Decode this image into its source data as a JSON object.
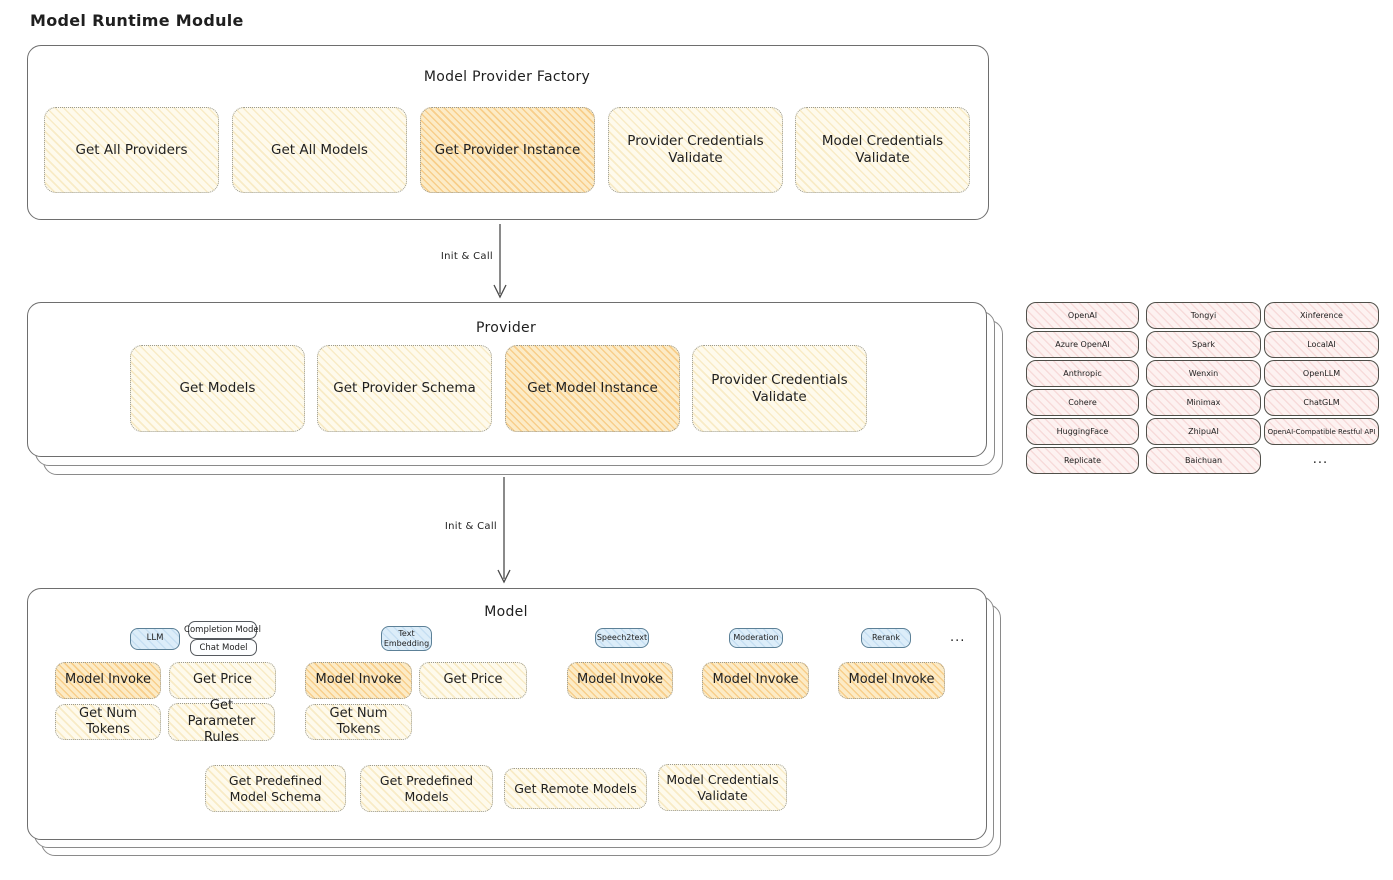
{
  "page_title": "Model Runtime Module",
  "colors": {
    "function_fill": "#fefaec",
    "highlight_fill": "#fcebc6",
    "provider_fill": "#fdf2f1",
    "tag_fill": "#dcedf9"
  },
  "factory": {
    "title": "Model Provider Factory",
    "items": [
      {
        "label": "Get All Providers"
      },
      {
        "label": "Get All Models"
      },
      {
        "label": "Get Provider Instance"
      },
      {
        "label": "Provider Credentials Validate"
      },
      {
        "label": "Model Credentials Validate"
      }
    ]
  },
  "arrows": {
    "factory_to_provider": "Init & Call",
    "provider_to_model": "Init & Call"
  },
  "provider": {
    "title": "Provider",
    "items": [
      {
        "label": "Get Models"
      },
      {
        "label": "Get Provider Schema"
      },
      {
        "label": "Get Model Instance"
      },
      {
        "label": "Provider Credentials Validate"
      }
    ]
  },
  "provider_list": {
    "col1": [
      "OpenAI",
      "Azure OpenAI",
      "Anthropic",
      "Cohere",
      "HuggingFace",
      "Replicate"
    ],
    "col2": [
      "Tongyi",
      "Spark",
      "Wenxin",
      "Minimax",
      "ZhipuAI",
      "Baichuan"
    ],
    "col3": [
      "Xinference",
      "LocalAI",
      "OpenLLM",
      "ChatGLM",
      "OpenAI-Compatible Restful API"
    ],
    "more": "..."
  },
  "model": {
    "title": "Model",
    "llm": {
      "tag": "LLM",
      "subtag_completion": "Completion Model",
      "subtag_chat": "Chat Model",
      "invoke": "Model Invoke",
      "get_price": "Get Price",
      "get_num_tokens": "Get Num Tokens",
      "get_parameter_rules": "Get Parameter Rules"
    },
    "text_embedding": {
      "tag": "Text Embedding",
      "invoke": "Model Invoke",
      "get_price": "Get Price",
      "get_num_tokens": "Get Num Tokens"
    },
    "speech2text": {
      "tag": "Speech2text",
      "invoke": "Model Invoke"
    },
    "moderation": {
      "tag": "Moderation",
      "invoke": "Model Invoke"
    },
    "rerank": {
      "tag": "Rerank",
      "invoke": "Model Invoke"
    },
    "more": "...",
    "bottom": [
      "Get Predefined Model Schema",
      "Get Predefined Models",
      "Get Remote Models",
      "Model Credentials Validate"
    ]
  }
}
